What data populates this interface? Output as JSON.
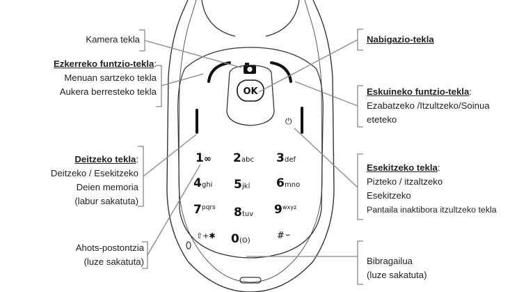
{
  "labels": {
    "kamera": "Kamera tekla",
    "ezkerreko": {
      "title": "Ezkerreko funtzio-tekla",
      "colon": ":",
      "line1": "Menuan sartzeko tekla",
      "line2": "Aukera berresteko tekla"
    },
    "deitzeko": {
      "title": "Deitzeko tekla",
      "colon": ":",
      "line1": "Deitzeko / Esekitzeko",
      "line2": "Deien memoria",
      "line3": "(labur sakatuta)"
    },
    "ahots": {
      "line1": "Ahots-postontzia",
      "line2": "(luze sakatuta)"
    },
    "nabigazio": "Nabigazio-tekla",
    "eskuineko": {
      "title": "Eskuineko funtzio-tekla",
      "colon": ":",
      "line1": "Ezabatzeko /Itzultzeko/Soinua",
      "line2": "eteteko"
    },
    "esekitzeko": {
      "title": "Esekitzeko tekla",
      "colon": ":",
      "line1": "Pizteko / itzaltzeko",
      "line2": "Esekitzeko",
      "line3": "Pantaila inaktibora itzultzeko tekla"
    },
    "bibragailua": {
      "line1": "Bibragailua",
      "line2": "(luze sakatuta)"
    }
  },
  "keys": {
    "ok": "OK",
    "k1": "1",
    "k1s": "∞",
    "k2": "2",
    "k2s": "abc",
    "k3": "3",
    "k3s": "def",
    "k4": "4",
    "k4s": "ghi",
    "k5": "5",
    "k5s": "jkl",
    "k6": "6",
    "k6s": "mno",
    "k7": "7",
    "k7s": "pqrs",
    "k8": "8",
    "k8s": "tuv",
    "k9": "9",
    "k9s": "wxyz",
    "star": "⇧+✱",
    "k0": "0",
    "k0s": "(ʘ)",
    "hash": "#",
    "hashs": "⌣",
    "power": "⏻"
  },
  "colors": {
    "line": "#888888",
    "phone": "#333333",
    "text": "#222222"
  }
}
